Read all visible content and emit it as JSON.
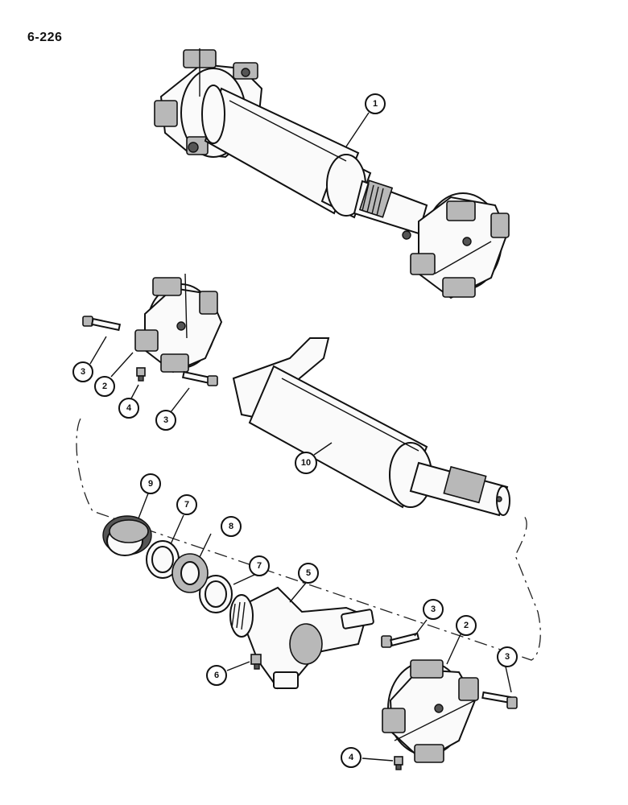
{
  "page": {
    "number": "6-226"
  },
  "callouts": [
    {
      "id": "c1",
      "label": "1"
    },
    {
      "id": "c3a",
      "label": "3"
    },
    {
      "id": "c2a",
      "label": "2"
    },
    {
      "id": "c4a",
      "label": "4"
    },
    {
      "id": "c3b",
      "label": "3"
    },
    {
      "id": "c10",
      "label": "10"
    },
    {
      "id": "c9",
      "label": "9"
    },
    {
      "id": "c7a",
      "label": "7"
    },
    {
      "id": "c8",
      "label": "8"
    },
    {
      "id": "c7b",
      "label": "7"
    },
    {
      "id": "c5",
      "label": "5"
    },
    {
      "id": "c3c",
      "label": "3"
    },
    {
      "id": "c2b",
      "label": "2"
    },
    {
      "id": "c3d",
      "label": "3"
    },
    {
      "id": "c6",
      "label": "6"
    },
    {
      "id": "c4b",
      "label": "4"
    }
  ]
}
